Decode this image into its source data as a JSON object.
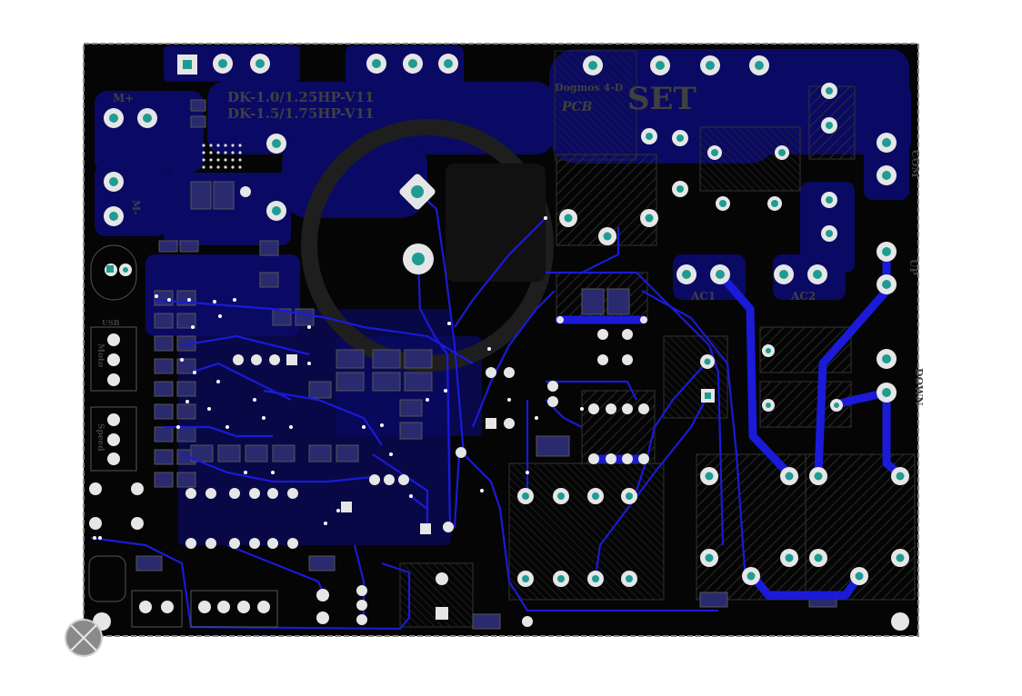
{
  "colors": {
    "board": "#050505",
    "copper_pour": "#0b0b6a",
    "trace": "#1a1ad8",
    "pad": "#e6e6e6",
    "drill": "#1e9c93",
    "silk": "#4a4a4a",
    "hatch": "#2a2a2a"
  },
  "labels": {
    "title_line1": "DK-1.0/1.25HP-V11",
    "title_line2": "DK-1.5/1.75HP-V11",
    "set": "SET",
    "dz": "Dogmos 4-D",
    "pcb": "PCB",
    "m_plus": "M+",
    "m_minus": "M-",
    "ac1": "AC1",
    "ac2": "AC2",
    "com": "COM",
    "up": "UP",
    "down": "DOWN",
    "moto": "Moto",
    "speed": "Speed",
    "usb": "USB"
  },
  "icons": {
    "origin": "origin-crosshair-icon"
  }
}
